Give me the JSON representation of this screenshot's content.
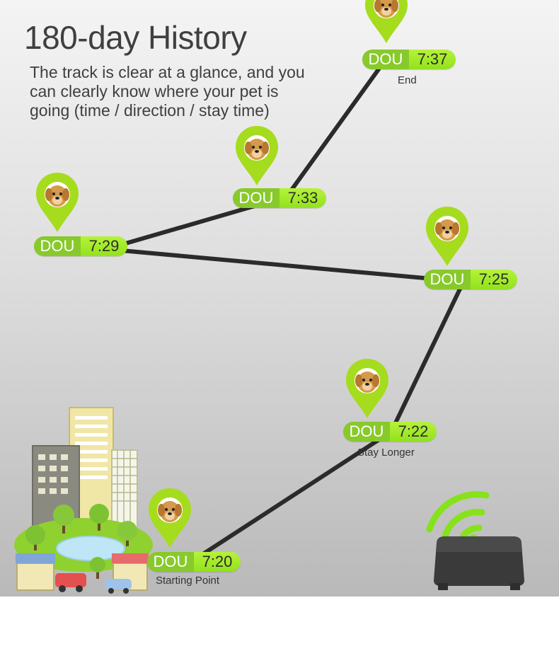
{
  "header": {
    "title": "180-day History",
    "description": "The track is clear at a glance, and you can clearly know where your pet is going (time / direction / stay time)"
  },
  "pins": [
    {
      "name": "DOU",
      "time": "7:20",
      "caption": "Starting Point"
    },
    {
      "name": "DOU",
      "time": "7:22",
      "caption": "Stay Longer"
    },
    {
      "name": "DOU",
      "time": "7:25",
      "caption": ""
    },
    {
      "name": "DOU",
      "time": "7:29",
      "caption": ""
    },
    {
      "name": "DOU",
      "time": "7:33",
      "caption": ""
    },
    {
      "name": "DOU",
      "time": "7:37",
      "caption": "End"
    }
  ],
  "icons": {
    "pet_marker": "map-pin-dog-icon",
    "tracker": "gps-tracker-device-icon",
    "signal": "wifi-signal-icon",
    "city": "city-illustration"
  },
  "colors": {
    "pin_green": "#a5dc1e",
    "tag_dark": "#88c92c",
    "tag_light": "#a8ec30",
    "track_line": "#2b2b2b"
  }
}
